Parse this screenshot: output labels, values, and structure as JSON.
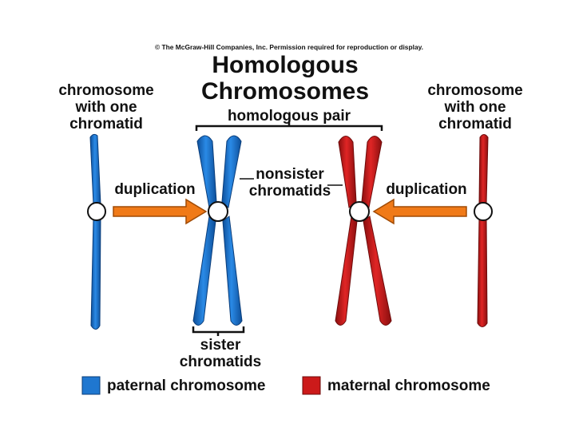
{
  "copyright": "© The McGraw-Hill Companies, Inc. Permission required for reproduction or display.",
  "title": [
    "Homologous",
    "Chromosomes"
  ],
  "labels": {
    "left_single": [
      "chromosome",
      "with one",
      "chromatid"
    ],
    "right_single": [
      "chromosome",
      "with one",
      "chromatid"
    ],
    "homologous_pair": "homologous pair",
    "duplication_left": "duplication",
    "duplication_right": "duplication",
    "nonsister": [
      "nonsister",
      "chromatids"
    ],
    "sister": [
      "sister",
      "chromatids"
    ]
  },
  "legend": [
    {
      "label": "paternal chromosome",
      "color": "#1f77d0"
    },
    {
      "label": "maternal chromosome",
      "color": "#cc1a1a"
    }
  ],
  "colors": {
    "paternal": "#1f77d0",
    "paternal_dark": "#0d4f9a",
    "maternal": "#cc1a1a",
    "maternal_dark": "#8a0f0f",
    "arrow": "#f07a18",
    "arrow_dark": "#a14b05"
  }
}
